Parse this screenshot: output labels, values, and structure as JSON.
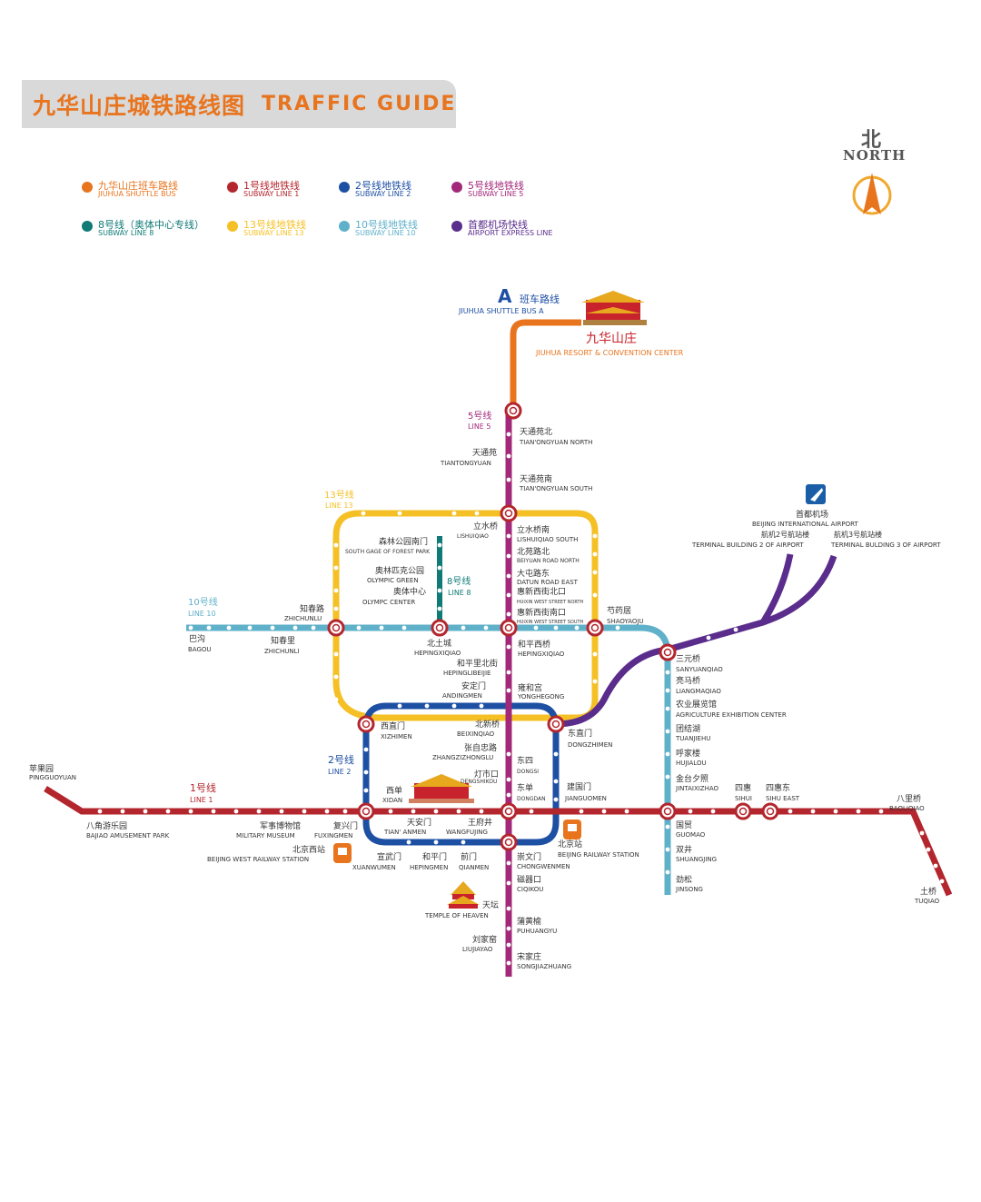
{
  "title": {
    "cn": "九华山庄城铁路线图",
    "en": "TRAFFIC GUIDE"
  },
  "north": {
    "cn": "北",
    "en": "NORTH"
  },
  "colors": {
    "shuttle": "#e8741e",
    "line1": "#b4262e",
    "line2": "#1d4fa3",
    "line5": "#a3287a",
    "line8": "#0f7a76",
    "line10": "#5fb0c9",
    "line13": "#f5c026",
    "airport": "#5a2c8c"
  },
  "legend": [
    {
      "cn": "九华山庄班车路线",
      "en": "JIUHUA SHUTTLE BUS",
      "color": "#e8741e"
    },
    {
      "cn": "1号线地铁线",
      "en": "SUBWAY LINE 1",
      "color": "#b4262e"
    },
    {
      "cn": "2号线地铁线",
      "en": "SUBWAY LINE 2",
      "color": "#1d4fa3"
    },
    {
      "cn": "5号线地铁线",
      "en": "SUBWAY LINE 5",
      "color": "#a3287a"
    },
    {
      "cn": "8号线（奥体中心专线）",
      "en": "SUBWAY LINE 8",
      "color": "#0f7a76"
    },
    {
      "cn": "13号线地铁线",
      "en": "SUBWAY LINE 13",
      "color": "#f5c026"
    },
    {
      "cn": "10号线地铁线",
      "en": "SUBWAY LINE 10",
      "color": "#5fb0c9"
    },
    {
      "cn": "首都机场快线",
      "en": "AIRPORT EXPRESS LINE",
      "color": "#5a2c8c"
    }
  ],
  "shuttle": {
    "letter": "A",
    "cn": "班车路线",
    "en": "JIUHUA SHUTTLE BUS A"
  },
  "resort": {
    "cn": "九华山庄",
    "en": "JIUHUA RESORT & CONVENTION CENTER"
  },
  "airport": {
    "cn": "首都机场",
    "en": "BEIJING INTERNATIONAL AIRPORT",
    "t2_cn": "航机2号航站楼",
    "t2_en": "TERMINAL BUILDING 2 OF AIRPORT",
    "t3_cn": "航机3号航站楼",
    "t3_en": "TERMINAL BULDING 3 OF AIRPORT"
  },
  "line_labels": {
    "l5_cn": "5号线",
    "l5_en": "LINE 5",
    "l13_cn": "13号线",
    "l13_en": "LINE 13",
    "l10_cn": "10号线",
    "l10_en": "LINE 10",
    "l8_cn": "8号线",
    "l8_en": "LINE 8",
    "l2_cn": "2号线",
    "l2_en": "LINE 2",
    "l1_cn": "1号线",
    "l1_en": "LINE 1"
  },
  "stations": {
    "tiantongyuan_north": {
      "cn": "天通苑北",
      "en": "TIAN'ONGYUAN NORTH"
    },
    "tiantongyuan": {
      "cn": "天通苑",
      "en": "TIANTONGYUAN"
    },
    "tiantongyuan_south": {
      "cn": "天通苑南",
      "en": "TIAN'ONGYUAN SOUTH"
    },
    "lishuiqiao": {
      "cn": "立水桥",
      "en": "LISHUIQIAO"
    },
    "lishuiqiao_south": {
      "cn": "立水桥南",
      "en": "LISHUIQIAO SOUTH"
    },
    "beiyuanlubei": {
      "cn": "北苑路北",
      "en": "BEIYUAN ROAD NORTH"
    },
    "datunlu_east": {
      "cn": "大屯路东",
      "en": "DATUN ROAD EAST"
    },
    "huixin_north": {
      "cn": "惠新西街北口",
      "en": "HUIXIN WEST STREET NORTH"
    },
    "huixin_south": {
      "cn": "惠新西街南口",
      "en": "HUIXIN WEST STREET SOUTH"
    },
    "shaoyaoju": {
      "cn": "芍药居",
      "en": "SHAOYAOJU"
    },
    "forest_park": {
      "cn": "森林公园南门",
      "en": "SOUTH GAGE OF FOREST PARK"
    },
    "olympic_green": {
      "cn": "奥林匹克公园",
      "en": "OLYMPIC GREEN"
    },
    "olympic_center": {
      "cn": "奥体中心",
      "en": "OLYMPC CENTER"
    },
    "zhichunlu": {
      "cn": "知春路",
      "en": "ZHICHUNLU"
    },
    "bagou": {
      "cn": "巴沟",
      "en": "BAGOU"
    },
    "zhichunli": {
      "cn": "知春里",
      "en": "ZHICHUNLI"
    },
    "beitucheng": {
      "cn": "北土城",
      "en": "HEPINGXIQIAO"
    },
    "hepingli_beijie": {
      "cn": "和平里北街",
      "en": "HEPINGLIBEIJIE"
    },
    "hepingxiqiao": {
      "cn": "和平西桥",
      "en": "HEPINGXIQIAO"
    },
    "andingmen": {
      "cn": "安定门",
      "en": "ANDINGMEN"
    },
    "yonghegong": {
      "cn": "雍和宫",
      "en": "YONGHEGONG"
    },
    "sanyuanqiao": {
      "cn": "三元桥",
      "en": "SANYUANQIAO"
    },
    "liangmaqiao": {
      "cn": "亮马桥",
      "en": "LIANGMAQIAO"
    },
    "agri": {
      "cn": "农业展览馆",
      "en": "AGRICULTURE  EXHIBITION CENTER"
    },
    "tuanjiehu": {
      "cn": "团结湖",
      "en": "TUANJIEHU"
    },
    "hujialou": {
      "cn": "呼家楼",
      "en": "HUJIALOU"
    },
    "jintaixizhao": {
      "cn": "金台夕照",
      "en": "JINTAIXIZHAO"
    },
    "sihui": {
      "cn": "四惠",
      "en": "SIHUI"
    },
    "sihui_east": {
      "cn": "四惠东",
      "en": "SIHU EAST"
    },
    "baliqiao": {
      "cn": "八里桥",
      "en": "BAOLIQIAO"
    },
    "tuqiao": {
      "cn": "土桥",
      "en": "TUQIAO"
    },
    "xizhimen": {
      "cn": "西直门",
      "en": "XIZHIMEN"
    },
    "beixinqiao": {
      "cn": "北新桥",
      "en": "BEIXINQIAO"
    },
    "zhangzizhonglu": {
      "cn": "张自忠路",
      "en": "ZHANGZIZHONGLU"
    },
    "dongzhimen": {
      "cn": "东直门",
      "en": "DONGZHIMEN"
    },
    "dongsi": {
      "cn": "东四",
      "en": "DONGSI"
    },
    "dengshikou": {
      "cn": "灯市口",
      "en": "DENGSHIKOU"
    },
    "dongdan": {
      "cn": "东单",
      "en": "DONGDAN"
    },
    "jianguomen": {
      "cn": "建国门",
      "en": "JIANGUOMEN"
    },
    "pingguoyuan": {
      "cn": "苹果园",
      "en": "PINGGUOYUAN"
    },
    "bajiao": {
      "cn": "八角游乐园",
      "en": "BAJIAO AMUSEMENT PARK"
    },
    "military_museum": {
      "cn": "军事博物馆",
      "en": "MILITARY MUSEUM"
    },
    "fuxingmen": {
      "cn": "复兴门",
      "en": "FUXINGMEN"
    },
    "xidan": {
      "cn": "西单",
      "en": "XIDAN"
    },
    "tiananmen": {
      "cn": "天安门",
      "en": "TIAN' ANMEN"
    },
    "wangfujing": {
      "cn": "王府井",
      "en": "WANGFUJING"
    },
    "beijing_west": {
      "cn": "北京西站",
      "en": "BEIJING WEST RAILWAY STATION"
    },
    "beijing_station": {
      "cn": "北京站",
      "en": "BEIJING RAILWAY STATION"
    },
    "xuanwumen": {
      "cn": "宣武门",
      "en": "XUANWUMEN"
    },
    "hepingmen": {
      "cn": "和平门",
      "en": "HEPINGMEN"
    },
    "qianmen": {
      "cn": "前门",
      "en": "QIANMEN"
    },
    "chongwenmen": {
      "cn": "崇文门",
      "en": "CHONGWENMEN"
    },
    "ciqikou": {
      "cn": "磁器口",
      "en": "CIQIKOU"
    },
    "guomao": {
      "cn": "国贸",
      "en": "GUOMAO"
    },
    "shuangjing": {
      "cn": "双井",
      "en": "SHUANGJING"
    },
    "jinsong": {
      "cn": "劲松",
      "en": "JINSONG"
    },
    "temple_heaven": {
      "cn": "天坛",
      "en": "TEMPLE OF HEAVEN"
    },
    "puhuangyu": {
      "cn": "蒲黄榆",
      "en": "PUHUANGYU"
    },
    "liujiayao": {
      "cn": "刘家窑",
      "en": "LIUJIAYAO"
    },
    "songjiazhuang": {
      "cn": "宋家庄",
      "en": "SONGJIAZHUANG"
    }
  }
}
